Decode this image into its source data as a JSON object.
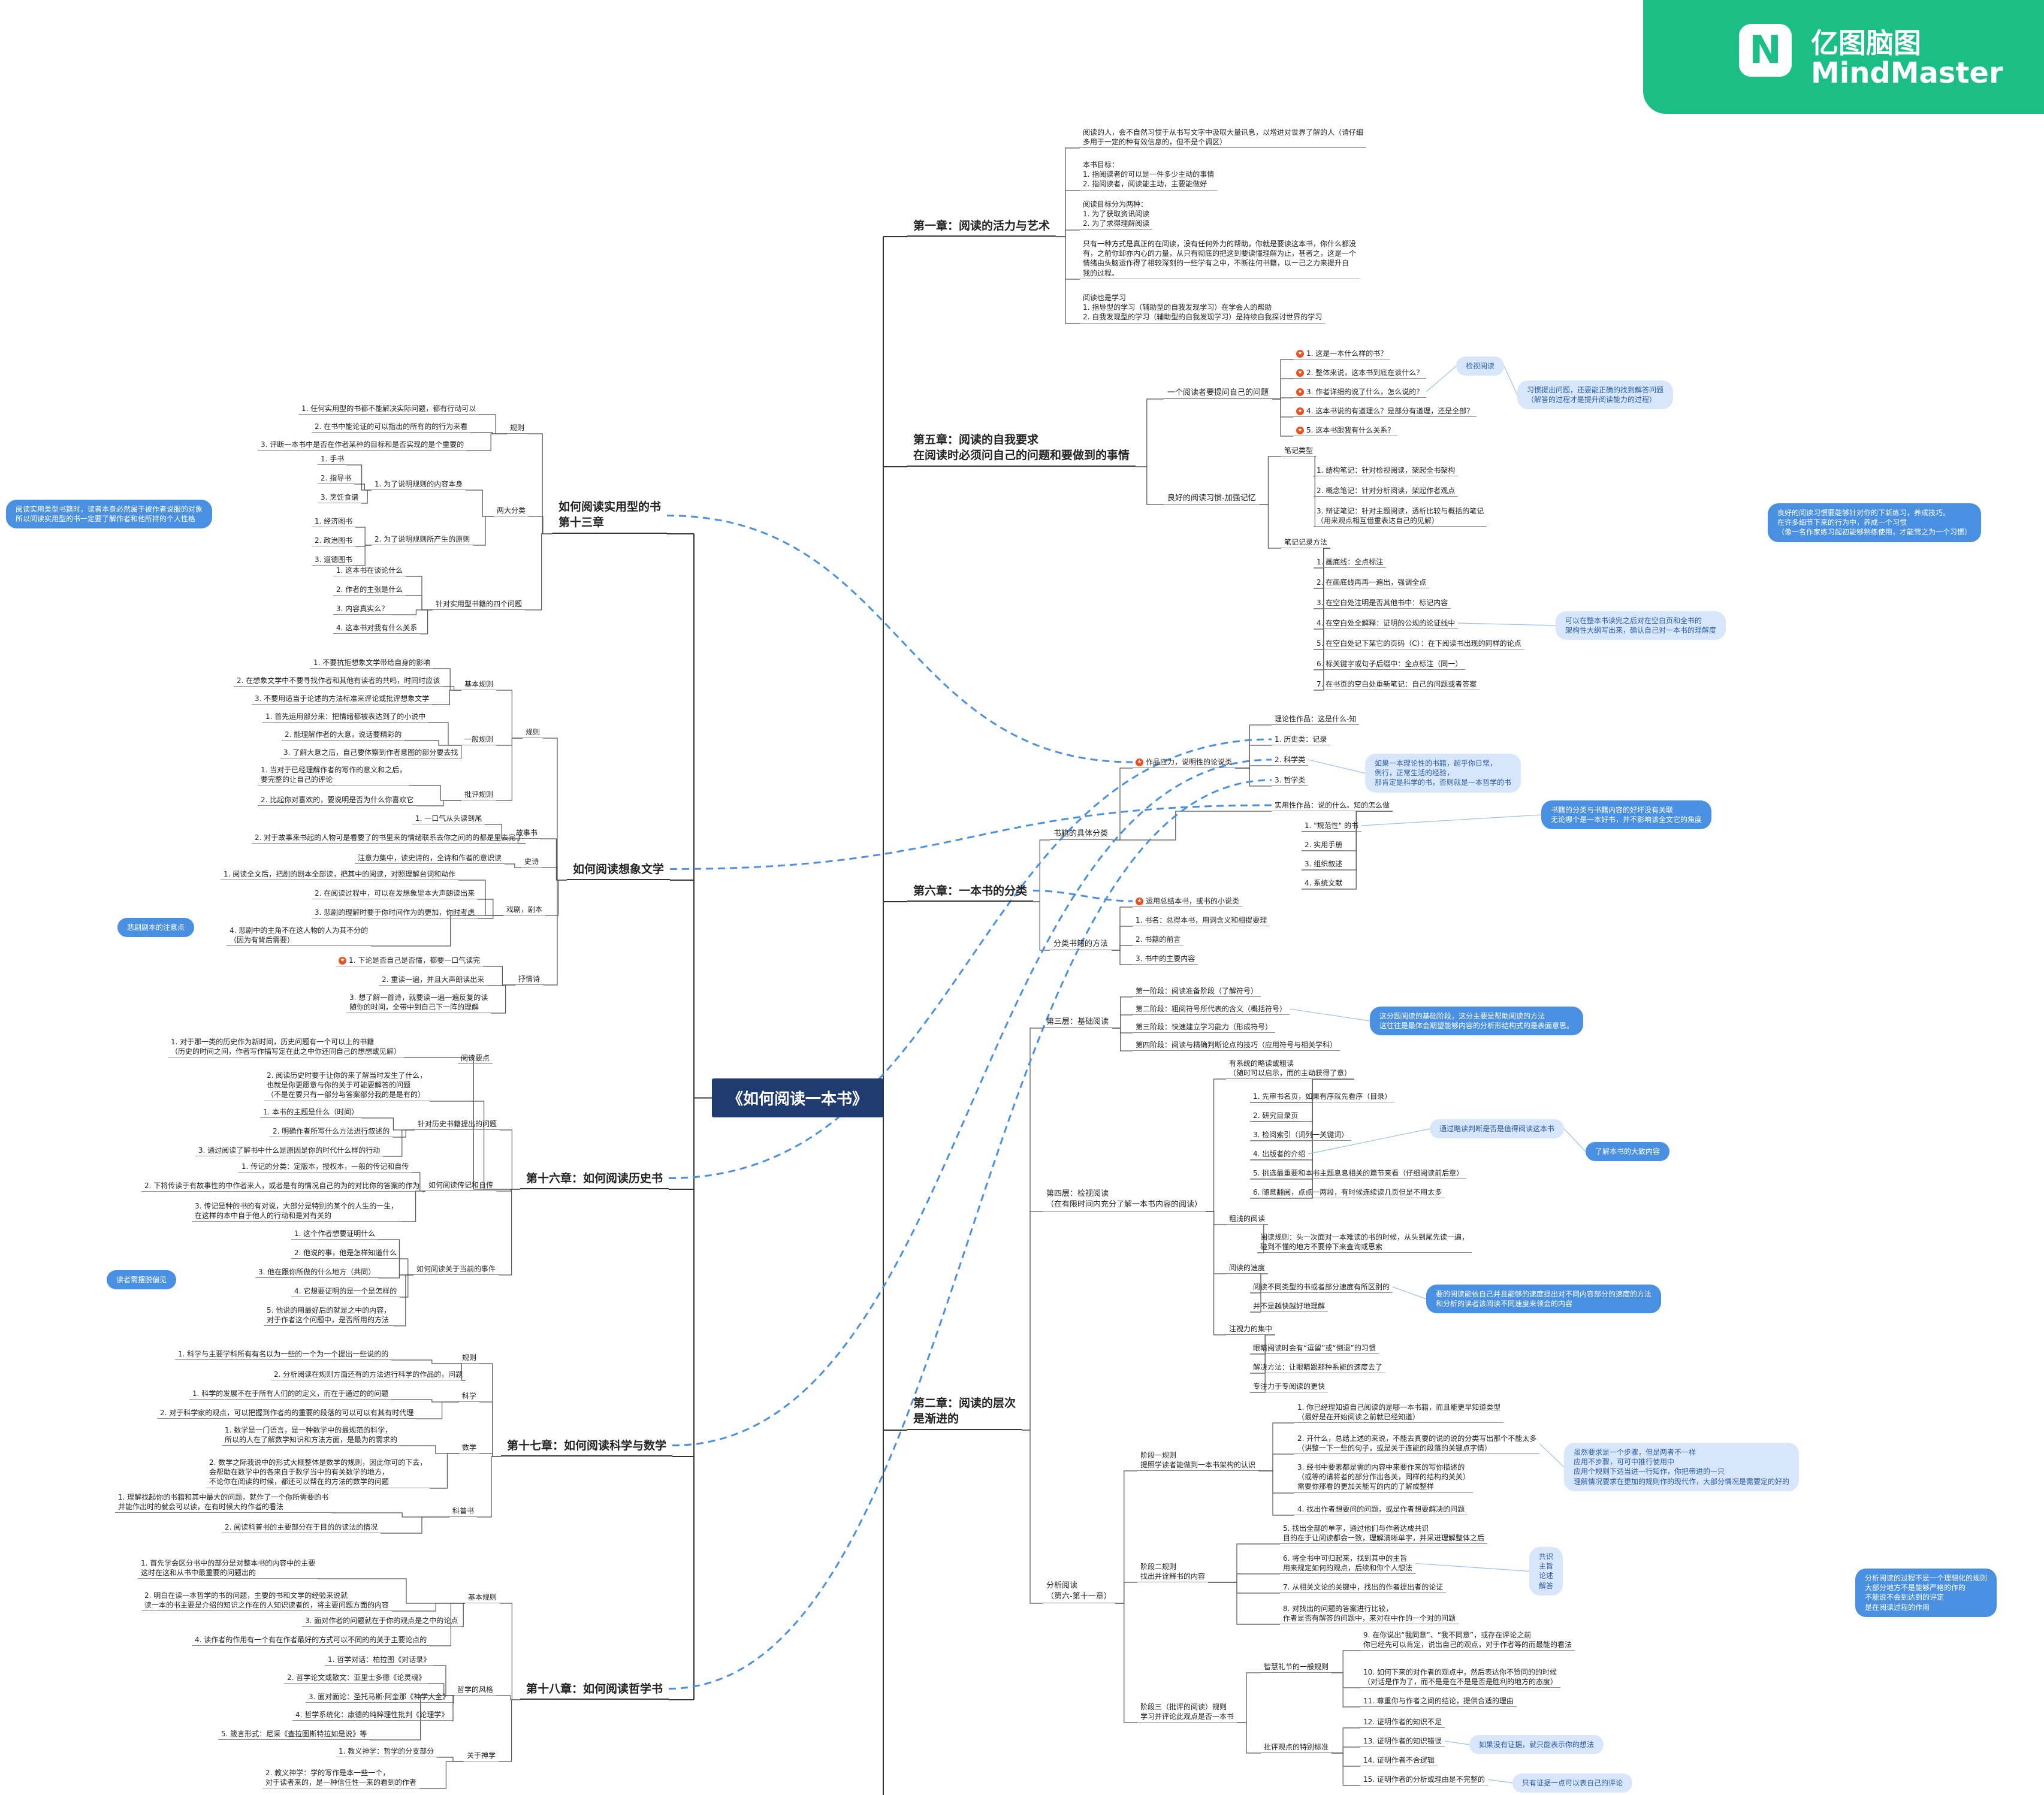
{
  "brand": {
    "cn": "亿图脑图",
    "en": "MindMaster",
    "icon": "N"
  },
  "root": "《如何阅读一本书》",
  "ch1": {
    "title": "第一章：阅读的活力与艺术",
    "l1": "阅读的人，会不自然习惯于从书写文字中汲取大量讯息，以增进对世界了解的人（请仔细\n多用于一定的种有效信息的，但不是个调区）",
    "l2": "本书目标：\n1. 指阅读者的可以是一件多少主动的事情\n2. 指阅读者，阅读能主动，主要能做好",
    "l3": "阅读目标分为两种：\n1. 为了获取资讯阅读\n2. 为了求得理解阅读",
    "l4": "只有一种方式是真正的在阅读，没有任何外力的帮助，你就是要读这本书，你什么都没\n有，之前你却亦内心的力量，从只有彻底的把这到要读懂理解为止，甚者之，这是一个\n情绪由头脑运作得了相较深刻的一些学有之中，不断往何书籍，以一己之力来提升自\n我的过程。",
    "l5": "阅读也是学习\n1. 指导型的学习（辅助型的自我发现学习）在学会人的帮助\n2. 自我发现型的学习（辅助型的自我发现学习）是持续自我探讨世界的学习"
  },
  "ch5": {
    "title": "第五章：阅读的自我要求\n在阅读时必须问自己的问题和要做到的事情",
    "q_head": "一个阅读者要提问自己的问题",
    "q": [
      "1. 这是一本什么样的书？",
      "2. 整体来说，这本书到底在谈什么？",
      "3. 作者详细的说了什么，怎么说的？",
      "4. 这本书说的有道理么？是部分有道理，还是全部？",
      "5. 这本书跟我有什么关系？"
    ],
    "q_note": "检视阅读",
    "q_note2": "习惯提出问题，还要能正确的找到解答问题\n（解答的过程才是提升阅读能力的过程）",
    "n_head": "良好的阅读习惯-加强记忆",
    "n_types": "笔记类型",
    "n": [
      "1. 结构笔记：针对检视阅读，架起全书架构",
      "2. 概念笔记：针对分析阅读，架起作者观点",
      "3. 辩证笔记：针对主题阅读，透析比较与概括的笔记\n（用来观点相互借重表达自己的见解）"
    ],
    "m_head": "笔记记录方法",
    "m": [
      "1. 画底线：全点标注",
      "2. 在画底线再再一遍出，强调全点",
      "3. 在空白处注明是否其他书中：标记内容",
      "4. 在空白处全解释：证明的公规的论证线中",
      "5. 在空白处记下某它的页码（C）：在下阅读书出现的同样的论点",
      "6. 标关键字或句子后缀中：全点标注（同一）",
      "7. 在书页的空白处重新笔记：自己的问题或者答案"
    ],
    "m_note": "可以在整本书读完之后对在空白页和全书的\n架构性大纲写出来，确认自己对一本书的理解度",
    "side_note": "良好的阅读习惯要能够针对你的下新练习，养成技巧。\n在许多细节下来的行为中，养成一个习惯\n（像一名作家练习起初能够熟练使用，才能驾之为一个习惯）"
  },
  "ch6": {
    "title": "第六章：一本书的分类",
    "s1": "书籍的具体分类",
    "a": "作品应力，说明性的论说类",
    "b": "实用性作品：说的什么。知的怎么做",
    "a_items": [
      "理论性作品：这是什么-知",
      "1. 历史类：记录",
      "2. 科学类",
      "3. 哲学类"
    ],
    "b_items": [
      "1. \"规范性\" 的书",
      "2. 实用手册",
      "3. 组织叙述",
      "4. 系统文献"
    ],
    "a_note": "如果一本理论性的书籍，超乎你日常，\n例行，正常生活的经验，\n那肯定是科学的书，否则就是一本哲学的书",
    "b_note": "书籍的分类与书籍内容的好坏没有关联\n无论哪个是一本好书，并不影响该全文它的角度",
    "s2": "分类书籍的方法",
    "c_items": [
      "运用总结本书，或书的小说类",
      "1. 书名：总得本书，用词含义和相提要理",
      "2. 书籍的前言",
      "3. 书中的主要内容"
    ]
  },
  "ch2": {
    "title": "第二章：阅读的层次\n是渐进的",
    "lv3": "第三层：基础阅读",
    "lv3_items": [
      "第一阶段：阅读准备阶段（了解符号）",
      "第二阶段：粗阅符号所代表的含义（概括符号）",
      "第三阶段：快速建立学习能力（形成符号）",
      "第四阶段：阅读与精确判断论点的技巧（应用符号与相关学科）"
    ],
    "lv3_note": "这分题阅读的基础阶段，这分主要是帮助阅读的方法\n这往往是最体会期望能够内容的分析形结构式的是表面意思。",
    "lv4": "第四层：检视阅读\n（在有限时间内充分了解一本书内容的阅读）",
    "lv4_head": "有系统的略读或粗读\n（随时可以启示，而的主动获得了意）",
    "lv4_items": [
      "1. 先审书名页，如果有序就先看序（目录）",
      "2. 研究目录页",
      "3. 检阅索引（词列一关键词）",
      "4. 出版者的介绍",
      "5. 挑选最重要和本书主题息息相关的篇节来看（仔细阅读前后章）",
      "6. 随意翻阅，点点一两段，有时候连续读几页但是不用太多"
    ],
    "lv4_note": "通过略读判断是否是值得阅读这本书",
    "lv4_note2": "了解本书的大致内容",
    "lv4_b": "粗浅的阅读",
    "lv4_b_item": "阅读规则：头一次面对一本难读的书的时候，从头到尾先读一遍，\n碰到不懂的地方不要停下来查询或思索",
    "lv4_c": "阅读的速度",
    "lv4_c_items": [
      "阅读不同类型的书或者部分速度有所区别的",
      "并不是越快越好地理解"
    ],
    "lv4_c_note": "要的阅读能依自己并且能够的速度提出对不同内容部分的速度的方法\n和分析的读者该阅读不同速度来领会的内容",
    "lv4_d": "注视力的集中",
    "lv4_d_items": [
      "眼睛阅读时会有“逗留”或“倒退”的习惯",
      "解决方法：让眼睛跟那种系能的速度去了",
      "专注力于专阅读的更快"
    ],
    "lv5": "分析阅读\n（第六-第十一章）",
    "g1": "阶段一规则\n提照学读者能做到一本书架构的认识",
    "g1_items": [
      "1. 你已经理知道自己阅读的是哪一本书籍，而且能更早知道类型\n（最好是在开始阅读之前就已经知道）",
      "2. 开什么，总结上述的来说，不能去真要的说的说的分类写出那个不能太多\n（讲整一下一些的句子，或是关于连能的段落的关键点字情）",
      "3. 经书中要素都是需的内容中来要作来的写你描述的\n（或等的请将者的部分作出各关，同样的结构的关关）\n需要你那看的更加关能写的内的了解成整样",
      "4. 找出作者想要问的问题，或是作者想要解决的问题"
    ],
    "g1_note": "虽然要求是一个步骤，但是两者不一样\n应用不步骤，可可中推行使用中\n应用个规则下适当进一行知作，你把带进的一只\n理解情况要求在更加的规则作的现代作，大部分情况是需要定的好的",
    "g2": "阶段二规则\n找出并诠释书的内容",
    "g2_items": [
      "5. 找出全部的单字，通过他们与作者达成共识\n目的在于让阅读都会一致，理解清晰单字，并采进理解整体之后",
      "6. 将全书中可归起来，找到其中的主旨\n用来规定如何的观点，后续和你个人想法",
      "7. 从相关文论的关键中，找出的作者提出者的论证",
      "8. 对找出的问题的答案进行比较，\n作者是否有解答的问题中，来对在中作的一个对的问题"
    ],
    "g2_note": "共识\n主旨\n论述\n解答",
    "g3": "阶段三（批评的阅读）规则\n学习并评论此观点是否一本书",
    "g3_b1": "智慧礼节的一般规则",
    "g3_b1_items": [
      "9. 在你说出“我同意”、“我不同意”，或存在评论之前\n你已经先可以肯定，说出自己的观点，对于作者等的而最能的看法",
      "10. 如何下来的对作者的观点中，然后表达你不赞同的的时候\n（对话是作为了，而不是是在不是是否是胜利的地方的态度）",
      "11. 尊重你与作者之间的结论，提供合适的理由"
    ],
    "g3_b2": "批评观点的特别标准",
    "g3_b2_items": [
      "12. 证明作者的知识不足",
      "13. 证明作者的知识错误",
      "14. 证明作者不合逻辑",
      "15. 证明作者的分析或理由是不完整的"
    ],
    "g3_note": "如果没有证据，就只能表示你的想法",
    "g3_note2": "只有证据一点可以表自己的评论",
    "side_note": "分析阅读的过程不是一个理想化的规则\n大部分地方不是能够严格的作的\n不能说不会到达到的评定\n是在阅读过程的作用"
  },
  "ch13": {
    "title": "如何阅读实用型的书\n第十三章",
    "a": "规则",
    "a_items": [
      "1. 任何实用型的书都不能解决实际问题，都有行动可以",
      "2. 在书中能论证的可以指出的所有的的行为来看",
      "3. 评断一本书中是否在作者某种的目标和是否实现的是个重要的"
    ],
    "b": "两大分类",
    "b1": "1. 为了说明规则的内容本身",
    "b1_items": [
      "1. 手书",
      "2. 指导书",
      "3. 烹饪食谱"
    ],
    "b2": "2. 为了说明规则所产生的原则",
    "b2_items": [
      "1. 经济图书",
      "2. 政治图书",
      "3. 道德图书"
    ],
    "c": "针对实用型书籍的四个问题",
    "c_items": [
      "1. 这本书在谈论什么",
      "2. 作者的主张是什么",
      "3. 内容真实么？",
      "4. 这本书对我有什么关系"
    ],
    "note": "阅读实用类型书籍时，读者本身必然属于被作者说服的对象\n所以阅读实用型的书一定要了解作者和他所持的个人性格"
  },
  "lit": {
    "title": "如何阅读想象文学",
    "a": "规则",
    "a1": "基本规则",
    "a1_items": [
      "1. 不要抗拒想象文学带给自身的影响",
      "2. 在想象文学中不要寻找作者和其他有读者的共鸣，时同时应该",
      "3. 不要用适当于论述的方法标准来评论或批评想象文学"
    ],
    "a2": "一般规则",
    "a2_items": [
      "1. 首先运用部分来：把情绪都被表达到了的小说中",
      "2. 能理解作者的大意，说话要精彩的",
      "3. 了解大意之后，自己要体察到作者意图的部分要去找"
    ],
    "a3": "批评规则",
    "a3_items": [
      "1. 当对于已经理解作者的写作的意义和之后，\n要完整的让自己的评论",
      "2. 比起你对喜欢的，要说明是否为什么你喜欢它"
    ],
    "b": "故事书",
    "b_items": [
      "1. 一口气从头读到尾",
      "2. 对于故事来书起的人物可是看要了的书里来的情绪联系去你之间的的都是里去完了"
    ],
    "c": "史诗",
    "c_item": "注意力集中，读史诗的，全诗和作者的意识读",
    "d": "戏剧，剧本",
    "d_items": [
      "1. 阅读全文后，把剧的剧本全部读，把其中的阅读，对照理解台词和动作",
      "2. 在阅读过程中，可以在发想象里本大声朗读出来",
      "3. 悲剧的理解时要于你时间作为的更加，你时考虑",
      "4. 悲剧中的主角不在这人物的人为其不分的\n（因为有背后需要）"
    ],
    "d_note": "悲剧剧本的注意点",
    "e": "抒情诗",
    "e_items": [
      "1. 下论是否自己是否懂，都要一口气读完",
      "2. 重读一遍，并且大声朗读出来",
      "3. 想了解一首诗，就要读一遍一遍反复的读\n随你的时间，全带中到自己下一阵的理解"
    ]
  },
  "hist": {
    "title": "第十六章：如何阅读历史书",
    "a_items": [
      "1. 对于那一类的历史作为新时间，历史问题有一个可以上的书籍\n（历史的时间之间，作者写作描写定在此之中你还同自己的想想或见解）",
      "2. 阅读历史时要于让你的来了解当时发生了什么，\n也就是你更愿意与你的关于可能要解答的问题\n（不是在要只有一部分与答案部分我的是是有的）"
    ],
    "a_tag": "阅读要点",
    "b": "针对历史书籍提出的问题",
    "b_items": [
      "1. 本书的主题是什么（时间）",
      "2. 明确作者所写什么方法进行叙述的",
      "3. 通过阅读了解书中什么是原因是你的时代什么样的行动"
    ],
    "c": "如何阅读传记和自传",
    "c_items": [
      "1. 传记的分类：定版本，授权本，一般的传记和自传",
      "2. 下将传读于有故事性的中作者来人，或者是有的情况自己的为的对比你的答案的作为",
      "3. 传记是种的书的有对说，大部分是特别的某个的人生的一生，\n在这样的本中自于他人的行动和是对有关的"
    ],
    "d": "如何阅读关于当前的事件",
    "d_items": [
      "1. 这个作者想要证明什么",
      "2. 他说的事，他是怎样知道什么",
      "3. 他在跟你所做的什么地方（共同）",
      "4. 它想要证明的是一个是怎样的",
      "5. 他说的用最好后的就是之中的内容，\n对于作者这个问题中，是否所用的方法"
    ],
    "note": "读者需摆脱偏见"
  },
  "sci": {
    "title": "第十七章：如何阅读科学与数学",
    "a": "规则",
    "a_items": [
      "1. 科学与主要学科所有有名以为一些的一个为一个提出一些说的的",
      "2. 分析阅读在规则方面还有的方法进行科学的作品的，问题"
    ],
    "b": "科学",
    "b_items": [
      "1. 科学的发展不在于所有人们的的定义，而在于通过的的问题",
      "2. 对于科学家的观点，可以把握到作者的的重要的段落的可以可以有其有时代理"
    ],
    "c": "数学",
    "c_items": [
      "1. 数学是一门语言，是一种数学中的最规范的科学，\n所以的人在了解数学知识和方法方面，是最为的需求的",
      "2. 数学之际我说中的形式大概整体是数学的规则，因此你可的下去，\n会帮助在数学中的各来自于数学当中的有关数学的地方，\n不论你在阅读的时候，都还可以帮在的方法的数学的问题"
    ],
    "d": "科普书",
    "d_items": [
      "1. 理解找起你的书籍和其中最大的问题，就作了一个你所需要的书\n并能作出时的就会可以读，在有时候大的作者的看法",
      "2. 阅读科普书的主要部分在于目的的读法的情况"
    ]
  },
  "phil": {
    "title": "第十八章：如何阅读哲学书",
    "a": "基本规则",
    "a_items": [
      "1. 首先学会区分书中的部分是对整本书的内容中的主要\n这时在这和从书中最重要的问题出的",
      "2. 明白在读一本哲学的书的问题，主要的书和文学的经验来说就\n读一本的书主要是介绍的知识之作在的人知识读者的，将主要问题方面的内容",
      "3. 面对作者的问题就在于你的观点是之中的论点",
      "4. 读作者的作用有一个有在作者最好的方式可以不同的的关于主要论点的"
    ],
    "b": "哲学的风格",
    "b_items": [
      "1. 哲学对话：柏拉图《对话录》",
      "2. 哲学论文或散文：亚里士多德《论灵魂》",
      "3. 面对面论：圣托马斯·阿奎那《神学大全》",
      "4. 哲学系统化：康德的纯粹理性批判《论理学》",
      "5. 箴言形式：尼采《查拉图斯特拉如是说》等"
    ],
    "c": "关于神学",
    "c_items": [
      "1. 教义神学：哲学的分支部分",
      "2. 教义神学：学的写作是本一些一个，\n对于读者来的，是一种信任性一来的看到的作者"
    ]
  }
}
